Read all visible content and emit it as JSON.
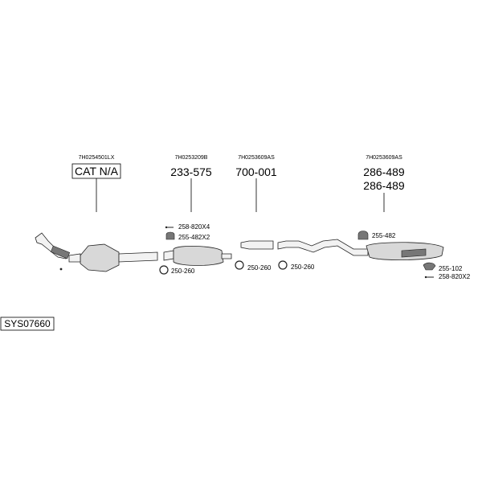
{
  "system_code": "SYS07660",
  "parts": {
    "catalyst": {
      "oem": "7H0254501LX",
      "number": "CAT N/A"
    },
    "front_pipe": {
      "oem": "7H0253209B",
      "number": "233-575"
    },
    "centre_pipe": {
      "oem": "7H0253609AS",
      "number": "700-001"
    },
    "rear_silencer": {
      "oem": "7H0253609AS",
      "numbers": [
        "286-489",
        "286-489"
      ]
    }
  },
  "small_parts": {
    "front_pipe_bolt": "258-820X4",
    "front_pipe_clamp": "255-482X2",
    "front_pipe_ring": "250-260",
    "centre_ring_left": "250-260",
    "centre_ring_right": "250-260",
    "rear_clamp": "255-482",
    "rear_hanger": "255-102",
    "rear_bolt": "258-820X2"
  }
}
